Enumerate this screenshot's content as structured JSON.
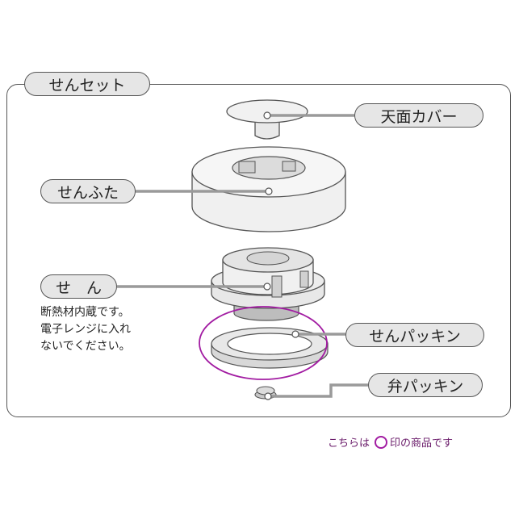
{
  "title_label": "せんセット",
  "labels": {
    "top_cover": "天面カバー",
    "lid": "せんふた",
    "plug": "せ　ん",
    "plug_packing": "せんパッキン",
    "valve_packing": "弁パッキン"
  },
  "plug_note": "断熱材内蔵です。\n電子レンジに入れ\nないでください。",
  "footer": {
    "prefix": "こちらは",
    "suffix": "印の商品です"
  },
  "colors": {
    "highlight": "#a21ca2",
    "label_fill": "#e6e6e6",
    "line": "#555555"
  }
}
